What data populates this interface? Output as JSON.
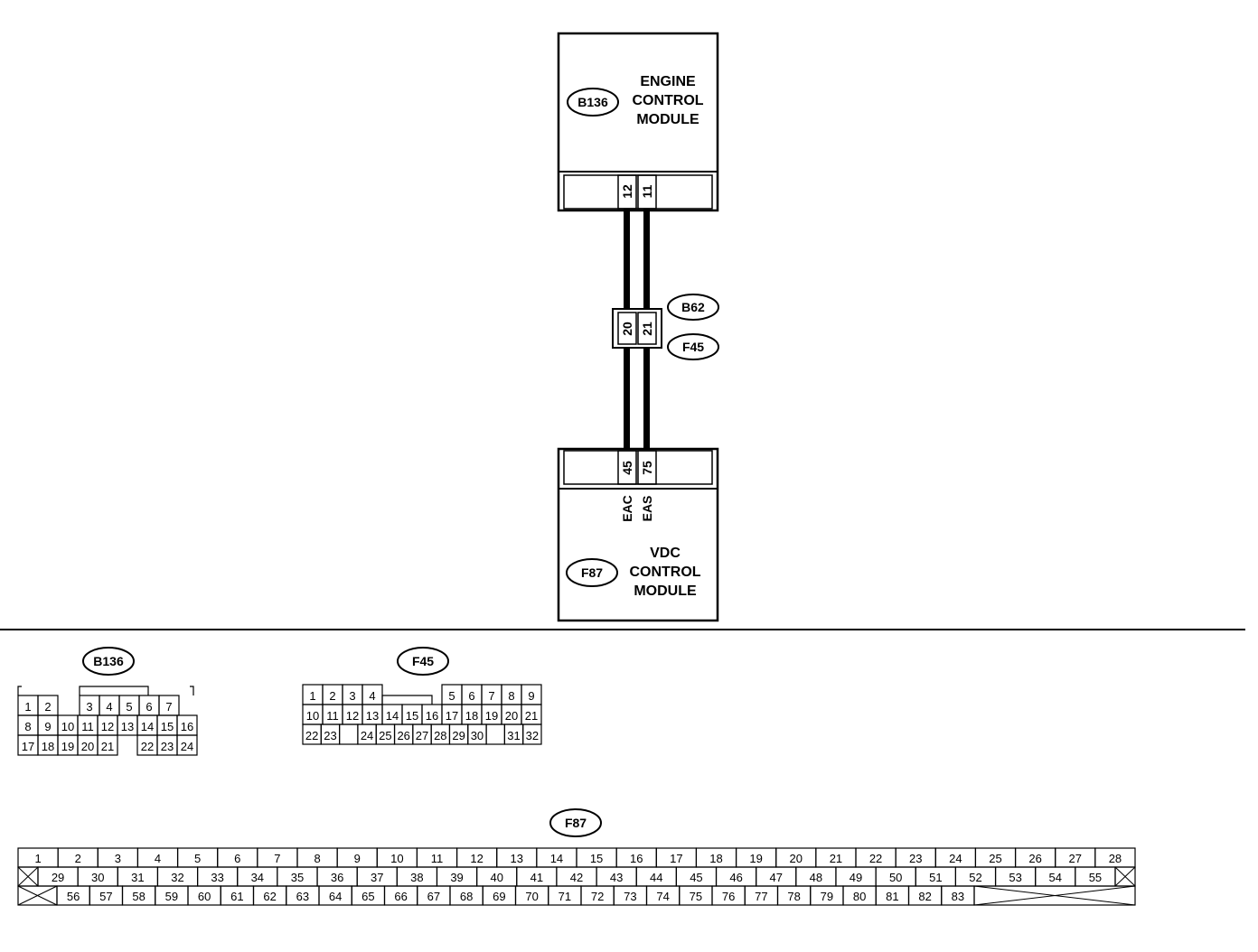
{
  "ecm": {
    "id": "B136",
    "lines": [
      "ENGINE",
      "CONTROL",
      "MODULE"
    ],
    "pins": [
      "12",
      "11"
    ]
  },
  "junction": {
    "ids": [
      "B62",
      "F45"
    ],
    "pins": [
      "20",
      "21"
    ]
  },
  "vdc": {
    "id": "F87",
    "lines": [
      "VDC",
      "CONTROL",
      "MODULE"
    ],
    "pins": [
      "45",
      "75"
    ],
    "signals": [
      "EAC",
      "EAS"
    ]
  },
  "connectors": {
    "b136": {
      "id": "B136",
      "rows": [
        [
          "1",
          "2",
          "",
          "3",
          "4",
          "5",
          "6",
          "7"
        ],
        [
          "8",
          "9",
          "10",
          "11",
          "12",
          "13",
          "14",
          "15",
          "16"
        ],
        [
          "17",
          "18",
          "19",
          "20",
          "21",
          "",
          "22",
          "23",
          "24"
        ]
      ]
    },
    "f45": {
      "id": "F45",
      "rows": [
        [
          "1",
          "2",
          "3",
          "4",
          "",
          "",
          "5",
          "6",
          "7",
          "8",
          "9"
        ],
        [
          "10",
          "11",
          "12",
          "13",
          "14",
          "15",
          "16",
          "17",
          "18",
          "19",
          "20",
          "21"
        ],
        [
          "22",
          "23",
          "",
          "24",
          "25",
          "26",
          "27",
          "28",
          "29",
          "30",
          "",
          "31",
          "32"
        ]
      ]
    },
    "f87": {
      "id": "F87",
      "row1": [
        "1",
        "2",
        "3",
        "4",
        "5",
        "6",
        "7",
        "8",
        "9",
        "10",
        "11",
        "12",
        "13",
        "14",
        "15",
        "16",
        "17",
        "18",
        "19",
        "20",
        "21",
        "22",
        "23",
        "24",
        "25",
        "26",
        "27",
        "28"
      ],
      "row2": [
        "29",
        "30",
        "31",
        "32",
        "33",
        "34",
        "35",
        "36",
        "37",
        "38",
        "39",
        "40",
        "41",
        "42",
        "43",
        "44",
        "45",
        "46",
        "47",
        "48",
        "49",
        "50",
        "51",
        "52",
        "53",
        "54",
        "55"
      ],
      "row3": [
        "56",
        "57",
        "58",
        "59",
        "60",
        "61",
        "62",
        "63",
        "64",
        "65",
        "66",
        "67",
        "68",
        "69",
        "70",
        "71",
        "72",
        "73",
        "74",
        "75",
        "76",
        "77",
        "78",
        "79",
        "80",
        "81",
        "82",
        "83"
      ]
    }
  }
}
